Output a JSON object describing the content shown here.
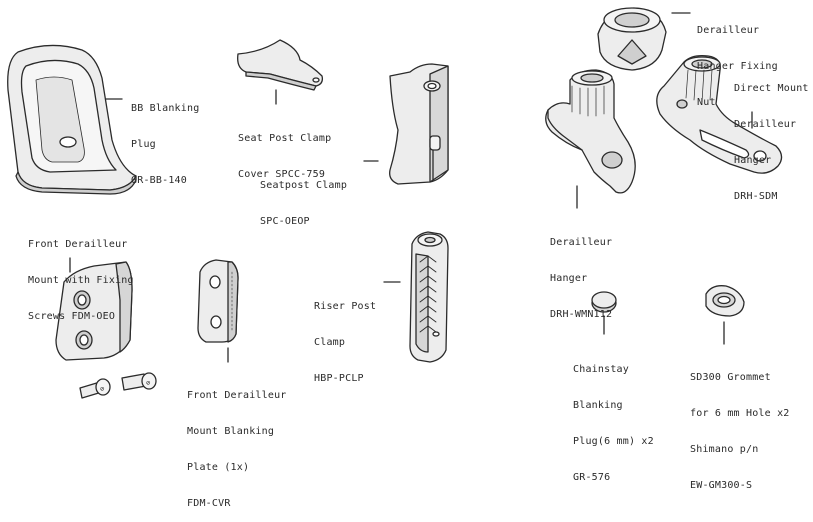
{
  "parts": {
    "bb_plug": {
      "lines": [
        "BB Blanking",
        "Plug",
        "GR-BB-140"
      ]
    },
    "seat_post_cover": {
      "lines": [
        "Seat Post Clamp",
        "Cover SPCC-759"
      ]
    },
    "seatpost_clamp": {
      "lines": [
        "Seatpost Clamp",
        "SPC-OEOP"
      ]
    },
    "fixing_nut": {
      "lines": [
        "Derailleur",
        "Hanger Fixing",
        "Nut"
      ]
    },
    "direct_mount_hanger": {
      "lines": [
        "Direct Mount",
        "Derailleur",
        "Hanger",
        "DRH-SDM"
      ]
    },
    "derailleur_hanger": {
      "lines": [
        "Derailleur",
        "Hanger",
        "DRH-WMN112"
      ]
    },
    "fd_mount": {
      "lines": [
        "Front Derailleur",
        "Mount with Fixing",
        "Screws FDM-OEO"
      ]
    },
    "fd_blanking_plate": {
      "lines": [
        "Front Derailleur",
        "Mount Blanking",
        "Plate (1x)",
        "FDM-CVR"
      ]
    },
    "riser_post_clamp": {
      "lines": [
        "Riser Post",
        "Clamp",
        "HBP-PCLP"
      ]
    },
    "chainstay_plug": {
      "lines": [
        "Chainstay",
        "Blanking",
        "Plug(6 mm) x2",
        "GR-576"
      ]
    },
    "grommet": {
      "lines": [
        "SD300 Grommet",
        "for 6 mm Hole x2",
        "Shimano p/n",
        "EW-GM300-S"
      ]
    }
  },
  "colors": {
    "stroke": "#2b2b2b",
    "part_fill": "#ededed",
    "part_shade": "#d6d6d6",
    "part_dark": "#bdbdbd",
    "text": "#2a2a2a"
  }
}
